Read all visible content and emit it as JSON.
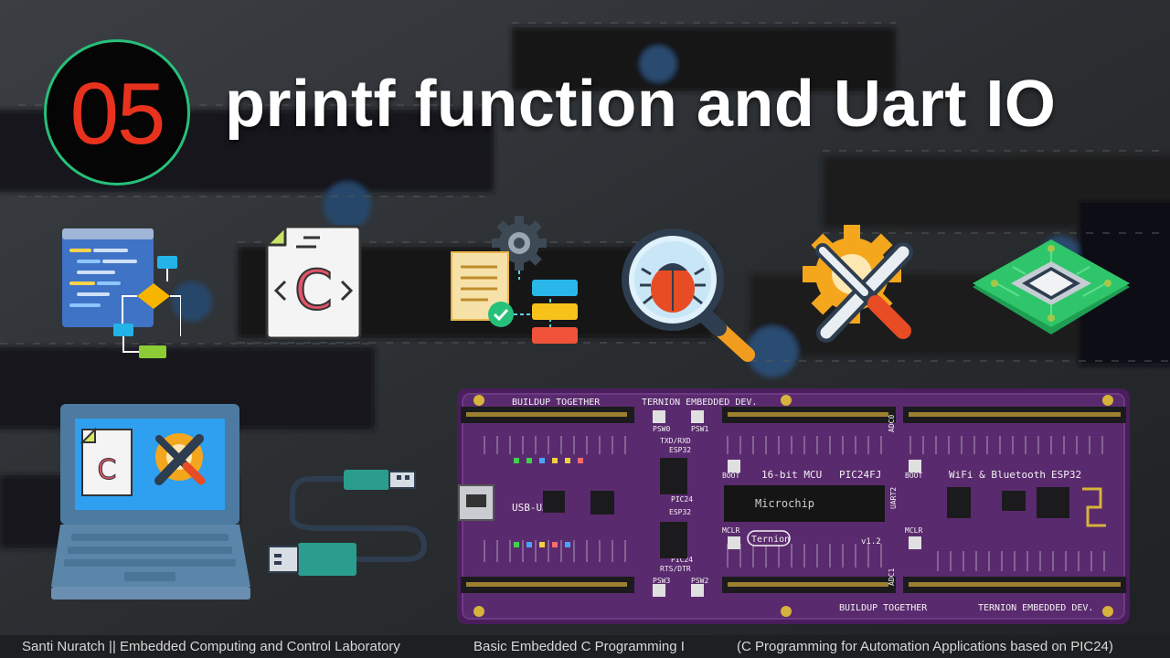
{
  "badge": {
    "number": "05"
  },
  "title": "printf function and Uart IO",
  "icons": [
    {
      "name": "flowchart-icon"
    },
    {
      "name": "c-file-icon",
      "glyph": "C"
    },
    {
      "name": "process-checklist-icon"
    },
    {
      "name": "bug-search-icon"
    },
    {
      "name": "tools-gear-icon"
    },
    {
      "name": "chip-board-icon"
    },
    {
      "name": "laptop-icon"
    },
    {
      "name": "usb-cable-icon"
    }
  ],
  "board": {
    "top_labels": [
      "BUILDUP TOGETHER",
      "TERNION EMBEDDED DEV."
    ],
    "bottom_labels": [
      "BUILDUP TOGETHER",
      "TERNION EMBEDDED DEV."
    ],
    "usb_uart": "USB-UART",
    "mcu_label": "16-bit MCU",
    "mcu_part": "PIC24FJ",
    "maker": "Microchip",
    "wifi_label": "WiFi & Bluetooth",
    "esp_label": "ESP32",
    "brand": "Ternion",
    "version": "v1.2",
    "switches": [
      "PSW0",
      "PSW1",
      "PSW3",
      "PSW2"
    ],
    "uart_labels": [
      "TXD/RXD",
      "ESP32",
      "PIC24",
      "ESP32",
      "PIC24",
      "RTS/DTR"
    ],
    "side_labels": [
      "BOOT",
      "MCLR",
      "BOOT",
      "MCLR",
      "UART2",
      "ADC0",
      "ADC1"
    ]
  },
  "footer": {
    "author": "Santi Nuratch  || Embedded Computing and Control Laboratory",
    "course": "Basic Embedded C Programming I",
    "subtitle": "(C Programming for Automation Applications based on PIC24)"
  }
}
